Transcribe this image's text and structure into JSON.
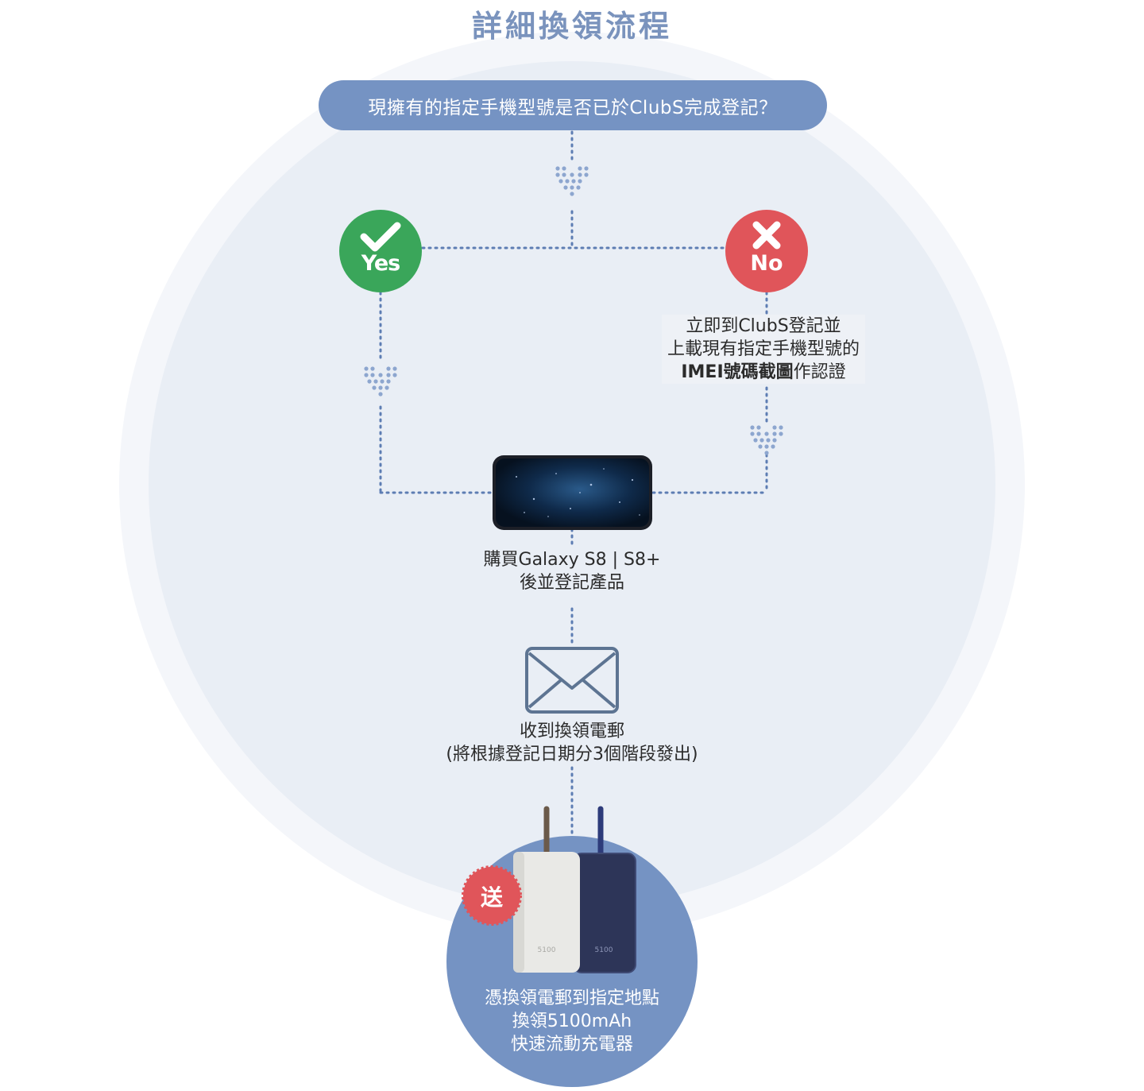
{
  "title": "詳細換領流程",
  "question": "現擁有的指定手機型號是否已於ClubS完成登記？",
  "yes": {
    "label": "Yes"
  },
  "no": {
    "label": "No",
    "lines": [
      "立即到ClubS登記並",
      "上載現有指定手機型號的"
    ],
    "line3_bold": "IMEI號碼截圖",
    "line3_rest": "作認證"
  },
  "phone_step": {
    "lines": [
      "購買Galaxy S8 | S8+",
      "後並登記產品"
    ]
  },
  "mail_step": {
    "lines": [
      "收到換領電郵",
      "(將根據登記日期分3個階段發出)"
    ]
  },
  "gift": {
    "badge": "送",
    "capacity_label": "5100",
    "lines": [
      "憑換領電郵到指定地點",
      "換領5100mAh",
      "快速流動充電器"
    ]
  },
  "colors": {
    "accent_blue": "#7593c3",
    "title_blue": "#7a93bd",
    "yes_green": "#3aa65a",
    "no_red": "#e0555a",
    "badge_red": "#e0555a",
    "panel_bg": "#eef1f6"
  }
}
